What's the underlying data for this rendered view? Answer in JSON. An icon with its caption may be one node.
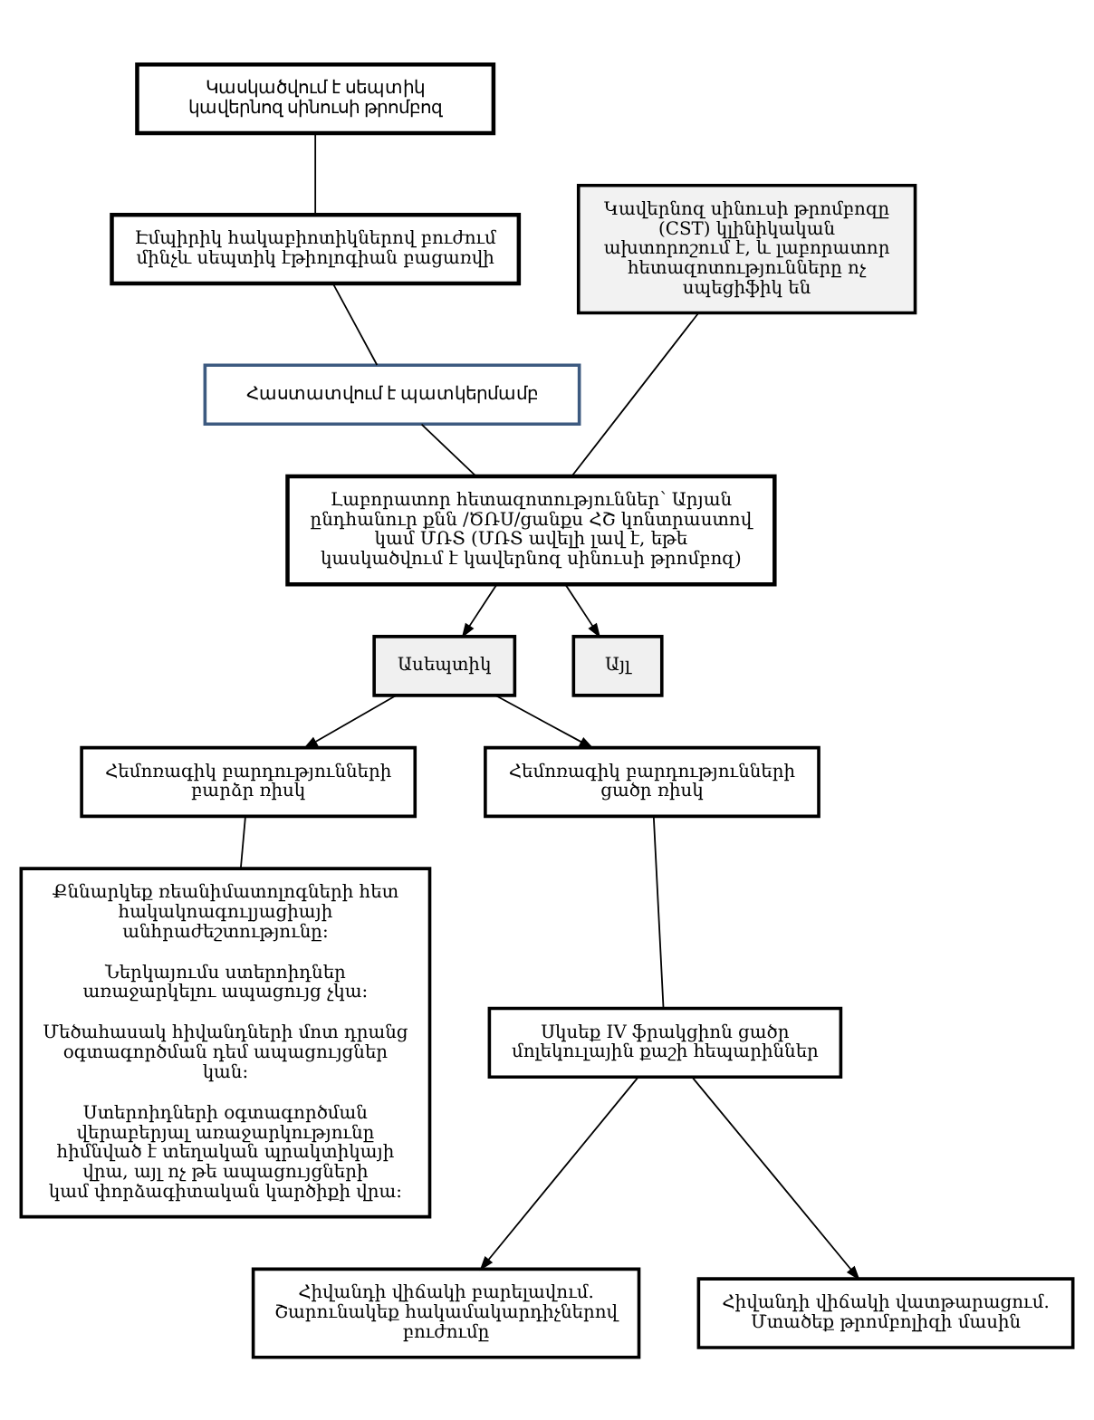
{
  "diagram": {
    "nodes": [
      {
        "text": [
          "Կասկածվում է սեպտիկ կավերնոզ սինուսի թրոմբոզ"
        ]
      },
      {
        "text": [
          "Էմպիրիկ հակաբիոտիկներով բուժում մինչև սեպտիկ էթիոլոգիան բացառվի"
        ]
      },
      {
        "text": [
          "Հաստատվում է պատկերմամբ"
        ]
      },
      {
        "text": [
          "Կավերնոզ սինուսի թրոմբոզը (CST) կլինիկական ախտորոշում է, և լաբորատոր հետազոտությունները ոչ սպեցիֆիկ են"
        ]
      },
      {
        "text": [
          "Լաբորատոր հետազոտություններ՝ Արյան ընդհանուր քնն /ԾՌՍ/ցանքս ՀՇ կոնտրաստով կամ ՄՌՏ (ՄՌՏ ավելի լավ է, եթե կասկածվում է կավերնոզ սինուսի թրոմբոզ)"
        ]
      },
      {
        "text": [
          "Ասեպտիկ"
        ]
      },
      {
        "text": [
          "Այլ"
        ]
      },
      {
        "text": [
          "Հեմոռագիկ բարդությունների բարձր ռիսկ"
        ]
      },
      {
        "text": [
          "Հեմոռագիկ բարդությունների ցածր ռիսկ"
        ]
      },
      {
        "text": [
          "Քննարկեք ռեանիմատոլոգների հետ հակակոագուլյացիայի անհրաժեշտությունը:",
          "Ներկայումս ստերոիդներ առաջարկելու ապացույց չկա:",
          "Մեծահասակ հիվանդների մոտ դրանց օգտագործման դեմ ապացույցներ կան:",
          "Ստերոիդների օգտագործման վերաբերյալ առաջարկությունը հիմնված է տեղական պրակտիկայի վրա, այլ ոչ թե ապացույցների կամ փորձագիտական կարծիքի վրա:"
        ]
      },
      {
        "text": [
          "Սկսեք IV ֆրակցիոն ցածր մոլեկուլային քաշի հեպարիններ"
        ]
      },
      {
        "text": [
          "Հիվանդի վիճակի բարելավում. Շարունակեք հակամակարդիչներով բուժումը"
        ]
      },
      {
        "text": [
          "Հիվանդի վիճակի վատթարացում. Մտածեք թրոմբոլիզի մասին"
        ]
      }
    ],
    "edges": [
      {
        "from": 0,
        "to": 1,
        "arrow": "none"
      },
      {
        "from": 1,
        "to": 2,
        "arrow": "none"
      },
      {
        "from": 2,
        "to": 4,
        "arrow": "none"
      },
      {
        "from": 3,
        "to": 4,
        "arrow": "none"
      },
      {
        "from": 4,
        "to": 5,
        "arrow": "to"
      },
      {
        "from": 4,
        "to": 6,
        "arrow": "to"
      },
      {
        "from": 5,
        "to": 7,
        "arrow": "to"
      },
      {
        "from": 5,
        "to": 8,
        "arrow": "to"
      },
      {
        "from": 7,
        "to": 9,
        "arrow": "none"
      },
      {
        "from": 8,
        "to": 10,
        "arrow": "none"
      },
      {
        "from": 10,
        "to": 11,
        "arrow": "to"
      },
      {
        "from": 10,
        "to": 12,
        "arrow": "to"
      }
    ]
  }
}
